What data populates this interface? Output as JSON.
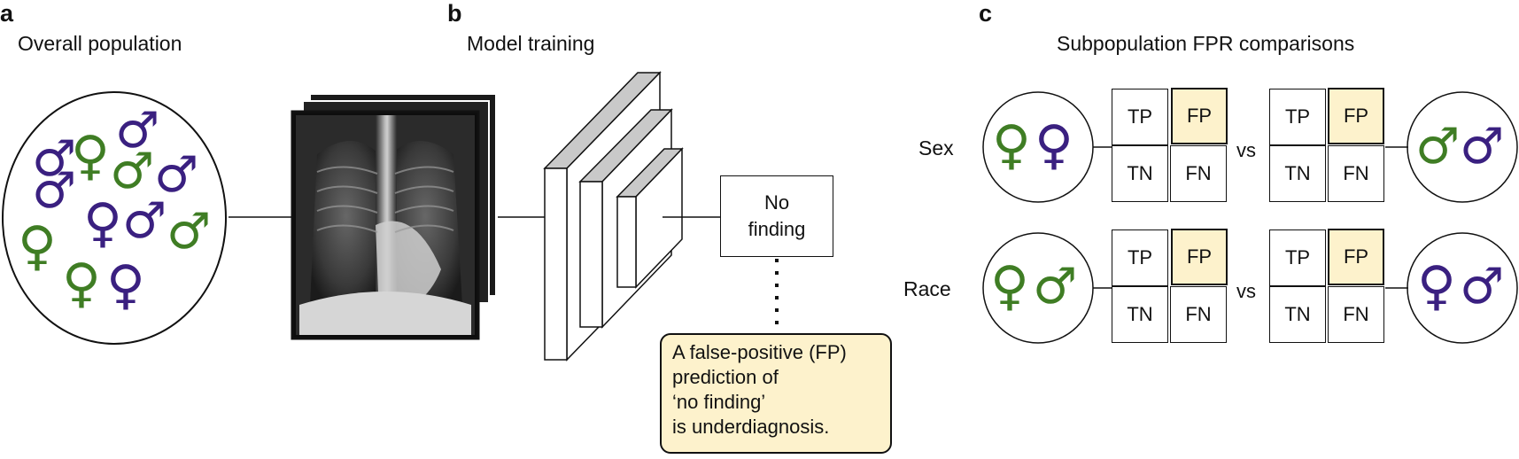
{
  "panel_a": {
    "label": "a",
    "title": "Overall population",
    "symbols": [
      {
        "glyph": "♂",
        "color": "#3a2080"
      },
      {
        "glyph": "♀",
        "color": "#3f7d24"
      },
      {
        "glyph": "♂",
        "color": "#3a2080"
      },
      {
        "glyph": "♂",
        "color": "#3f7d24"
      },
      {
        "glyph": "♂",
        "color": "#3a2080"
      },
      {
        "glyph": "♂",
        "color": "#3a2080"
      },
      {
        "glyph": "♀",
        "color": "#3a2080"
      },
      {
        "glyph": "♂",
        "color": "#3a2080"
      },
      {
        "glyph": "♂",
        "color": "#3f7d24"
      },
      {
        "glyph": "♀",
        "color": "#3f7d24"
      },
      {
        "glyph": "♀",
        "color": "#3f7d24"
      },
      {
        "glyph": "♀",
        "color": "#3a2080"
      }
    ]
  },
  "panel_b": {
    "label": "b",
    "title": "Model training",
    "output_line1": "No",
    "output_line2": "finding",
    "callout_lines": [
      "A false-positive (FP)",
      "prediction of",
      "‘no finding’",
      "is underdiagnosis."
    ]
  },
  "panel_c": {
    "label": "c",
    "title": "Subpopulation FPR comparisons",
    "rows": [
      {
        "label": "Sex",
        "left_symbols": [
          {
            "glyph": "♀",
            "color": "#3f7d24"
          },
          {
            "glyph": "♀",
            "color": "#3a2080"
          }
        ],
        "right_symbols": [
          {
            "glyph": "♂",
            "color": "#3f7d24"
          },
          {
            "glyph": "♂",
            "color": "#3a2080"
          }
        ],
        "vs": "vs"
      },
      {
        "label": "Race",
        "left_symbols": [
          {
            "glyph": "♀",
            "color": "#3f7d24"
          },
          {
            "glyph": "♂",
            "color": "#3f7d24"
          }
        ],
        "right_symbols": [
          {
            "glyph": "♀",
            "color": "#3a2080"
          },
          {
            "glyph": "♂",
            "color": "#3a2080"
          }
        ],
        "vs": "vs"
      }
    ],
    "matrix": {
      "tp": "TP",
      "fp": "FP",
      "tn": "TN",
      "fn": "FN"
    }
  },
  "colors": {
    "green": "#3f7d24",
    "purple": "#3a2080",
    "highlight": "#fdf2cc"
  }
}
